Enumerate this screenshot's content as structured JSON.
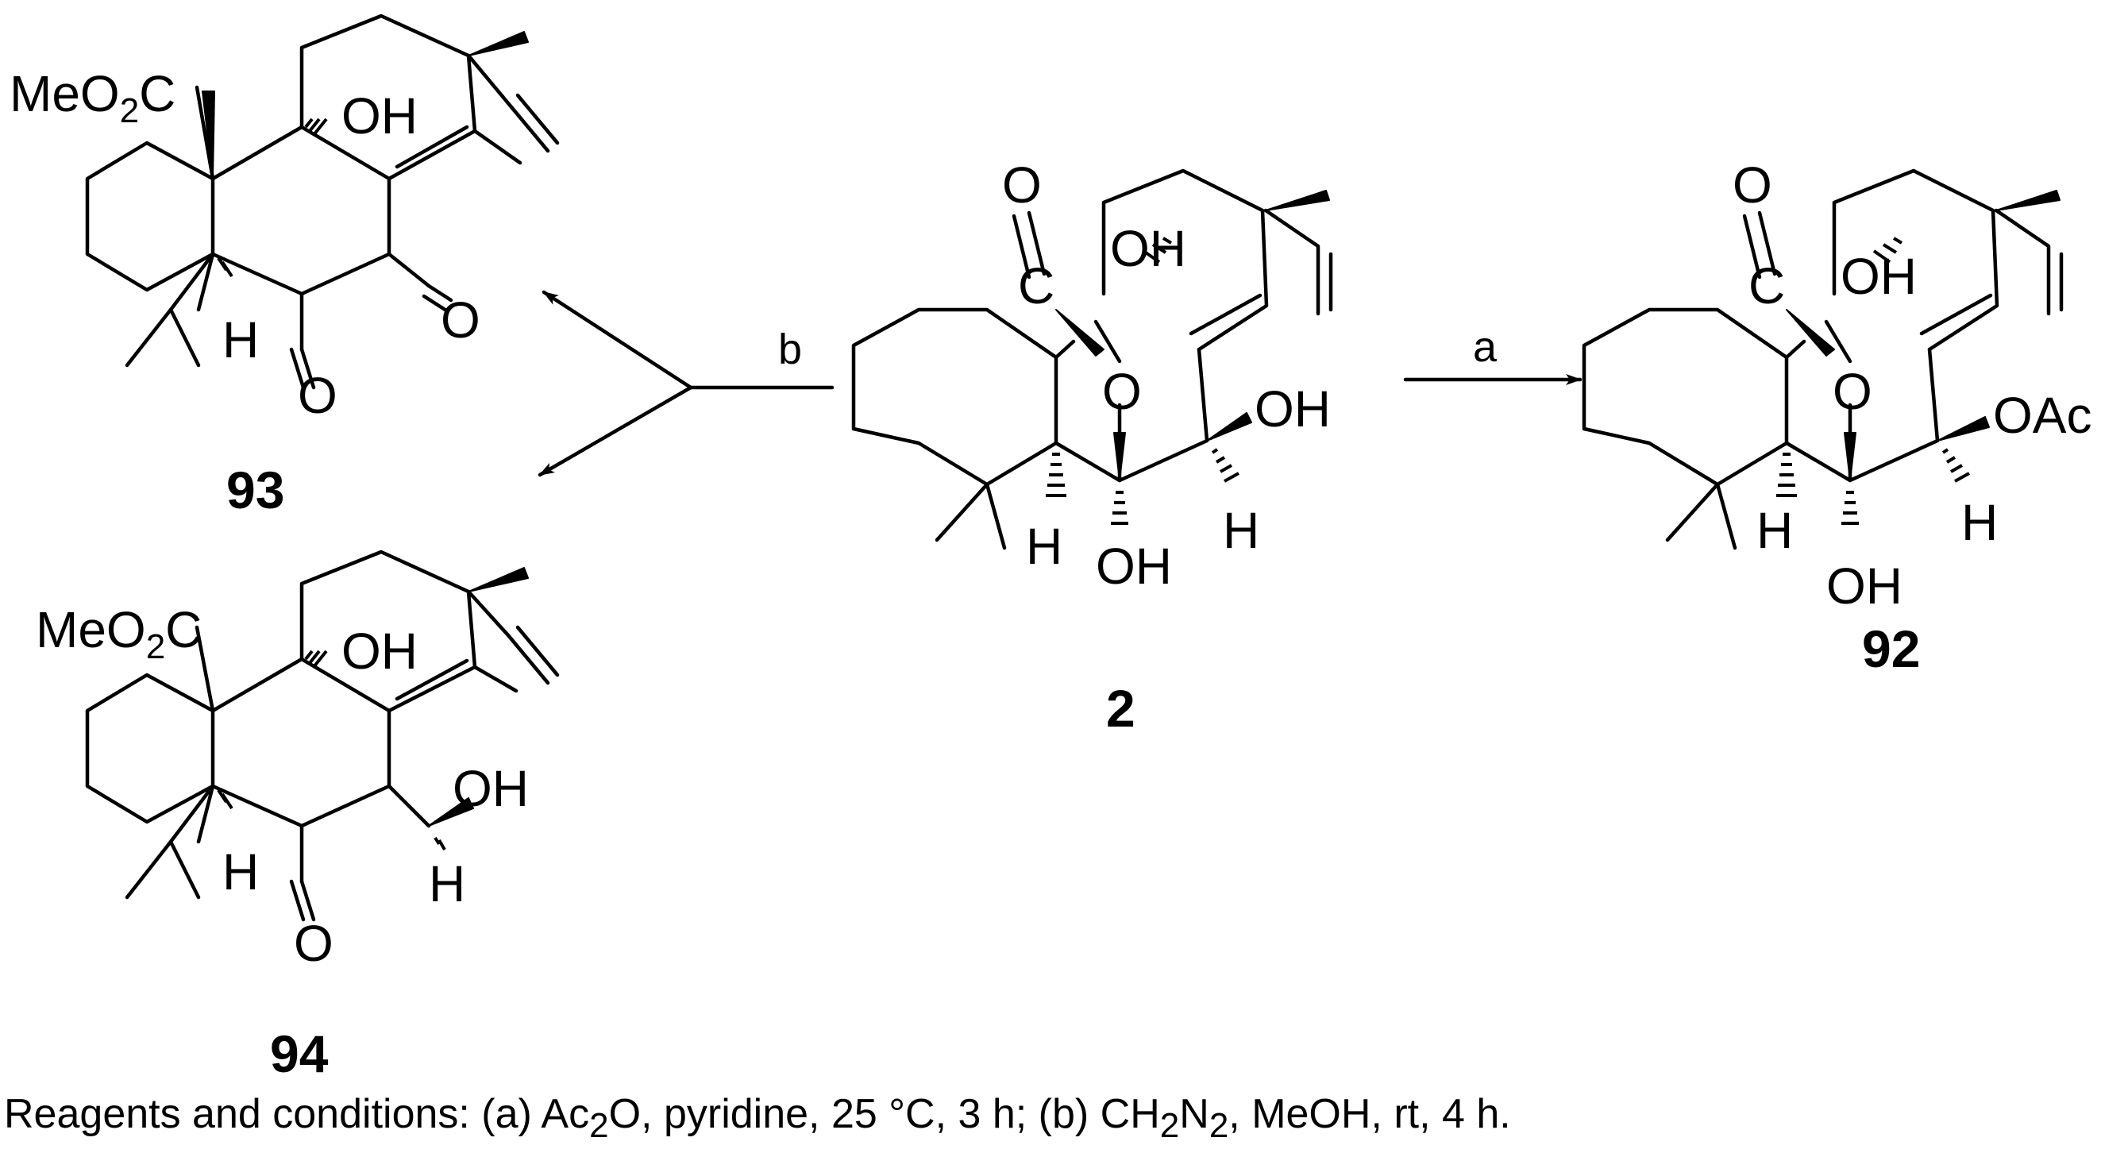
{
  "scheme": {
    "compounds": {
      "c2": {
        "number": "2",
        "labels": {
          "o_top": "O",
          "c_carbonyl": "C",
          "oh_upper": "OH",
          "o_bridge": "O",
          "oh_right": "OH",
          "h_right": "H",
          "h_left": "H",
          "oh_bottom": "OH"
        }
      },
      "c92": {
        "number": "92",
        "labels": {
          "o_top": "O",
          "c_carbonyl": "C",
          "oh_upper": "OH",
          "o_bridge": "O",
          "oac": "OAc",
          "h_right": "H",
          "h_left": "H",
          "oh_bottom": "OH"
        }
      },
      "c93": {
        "number": "93",
        "labels": {
          "meo2c_pre": "MeO",
          "meo2c_sub": "2",
          "meo2c_post": "C",
          "oh": "OH",
          "o_ring": "O",
          "o_bottom": "O",
          "h": "H"
        }
      },
      "c94": {
        "number": "94",
        "labels": {
          "meo2c_pre": "MeO",
          "meo2c_sub": "2",
          "meo2c_post": "C",
          "oh_upper": "OH",
          "oh_right": "OH",
          "h_right": "H",
          "h_left": "H",
          "o_bottom": "O"
        }
      }
    },
    "arrows": {
      "a": {
        "label": "a"
      },
      "b": {
        "label": "b"
      }
    },
    "caption": {
      "prefix": "Reagents and conditions: (a) Ac",
      "sub1": "2",
      "mid1": "O, pyridine, 25 °C, 3 h; (b) CH",
      "sub2": "2",
      "mid2": "N",
      "sub3": "2",
      "suffix": ", MeOH, rt, 4 h."
    }
  }
}
